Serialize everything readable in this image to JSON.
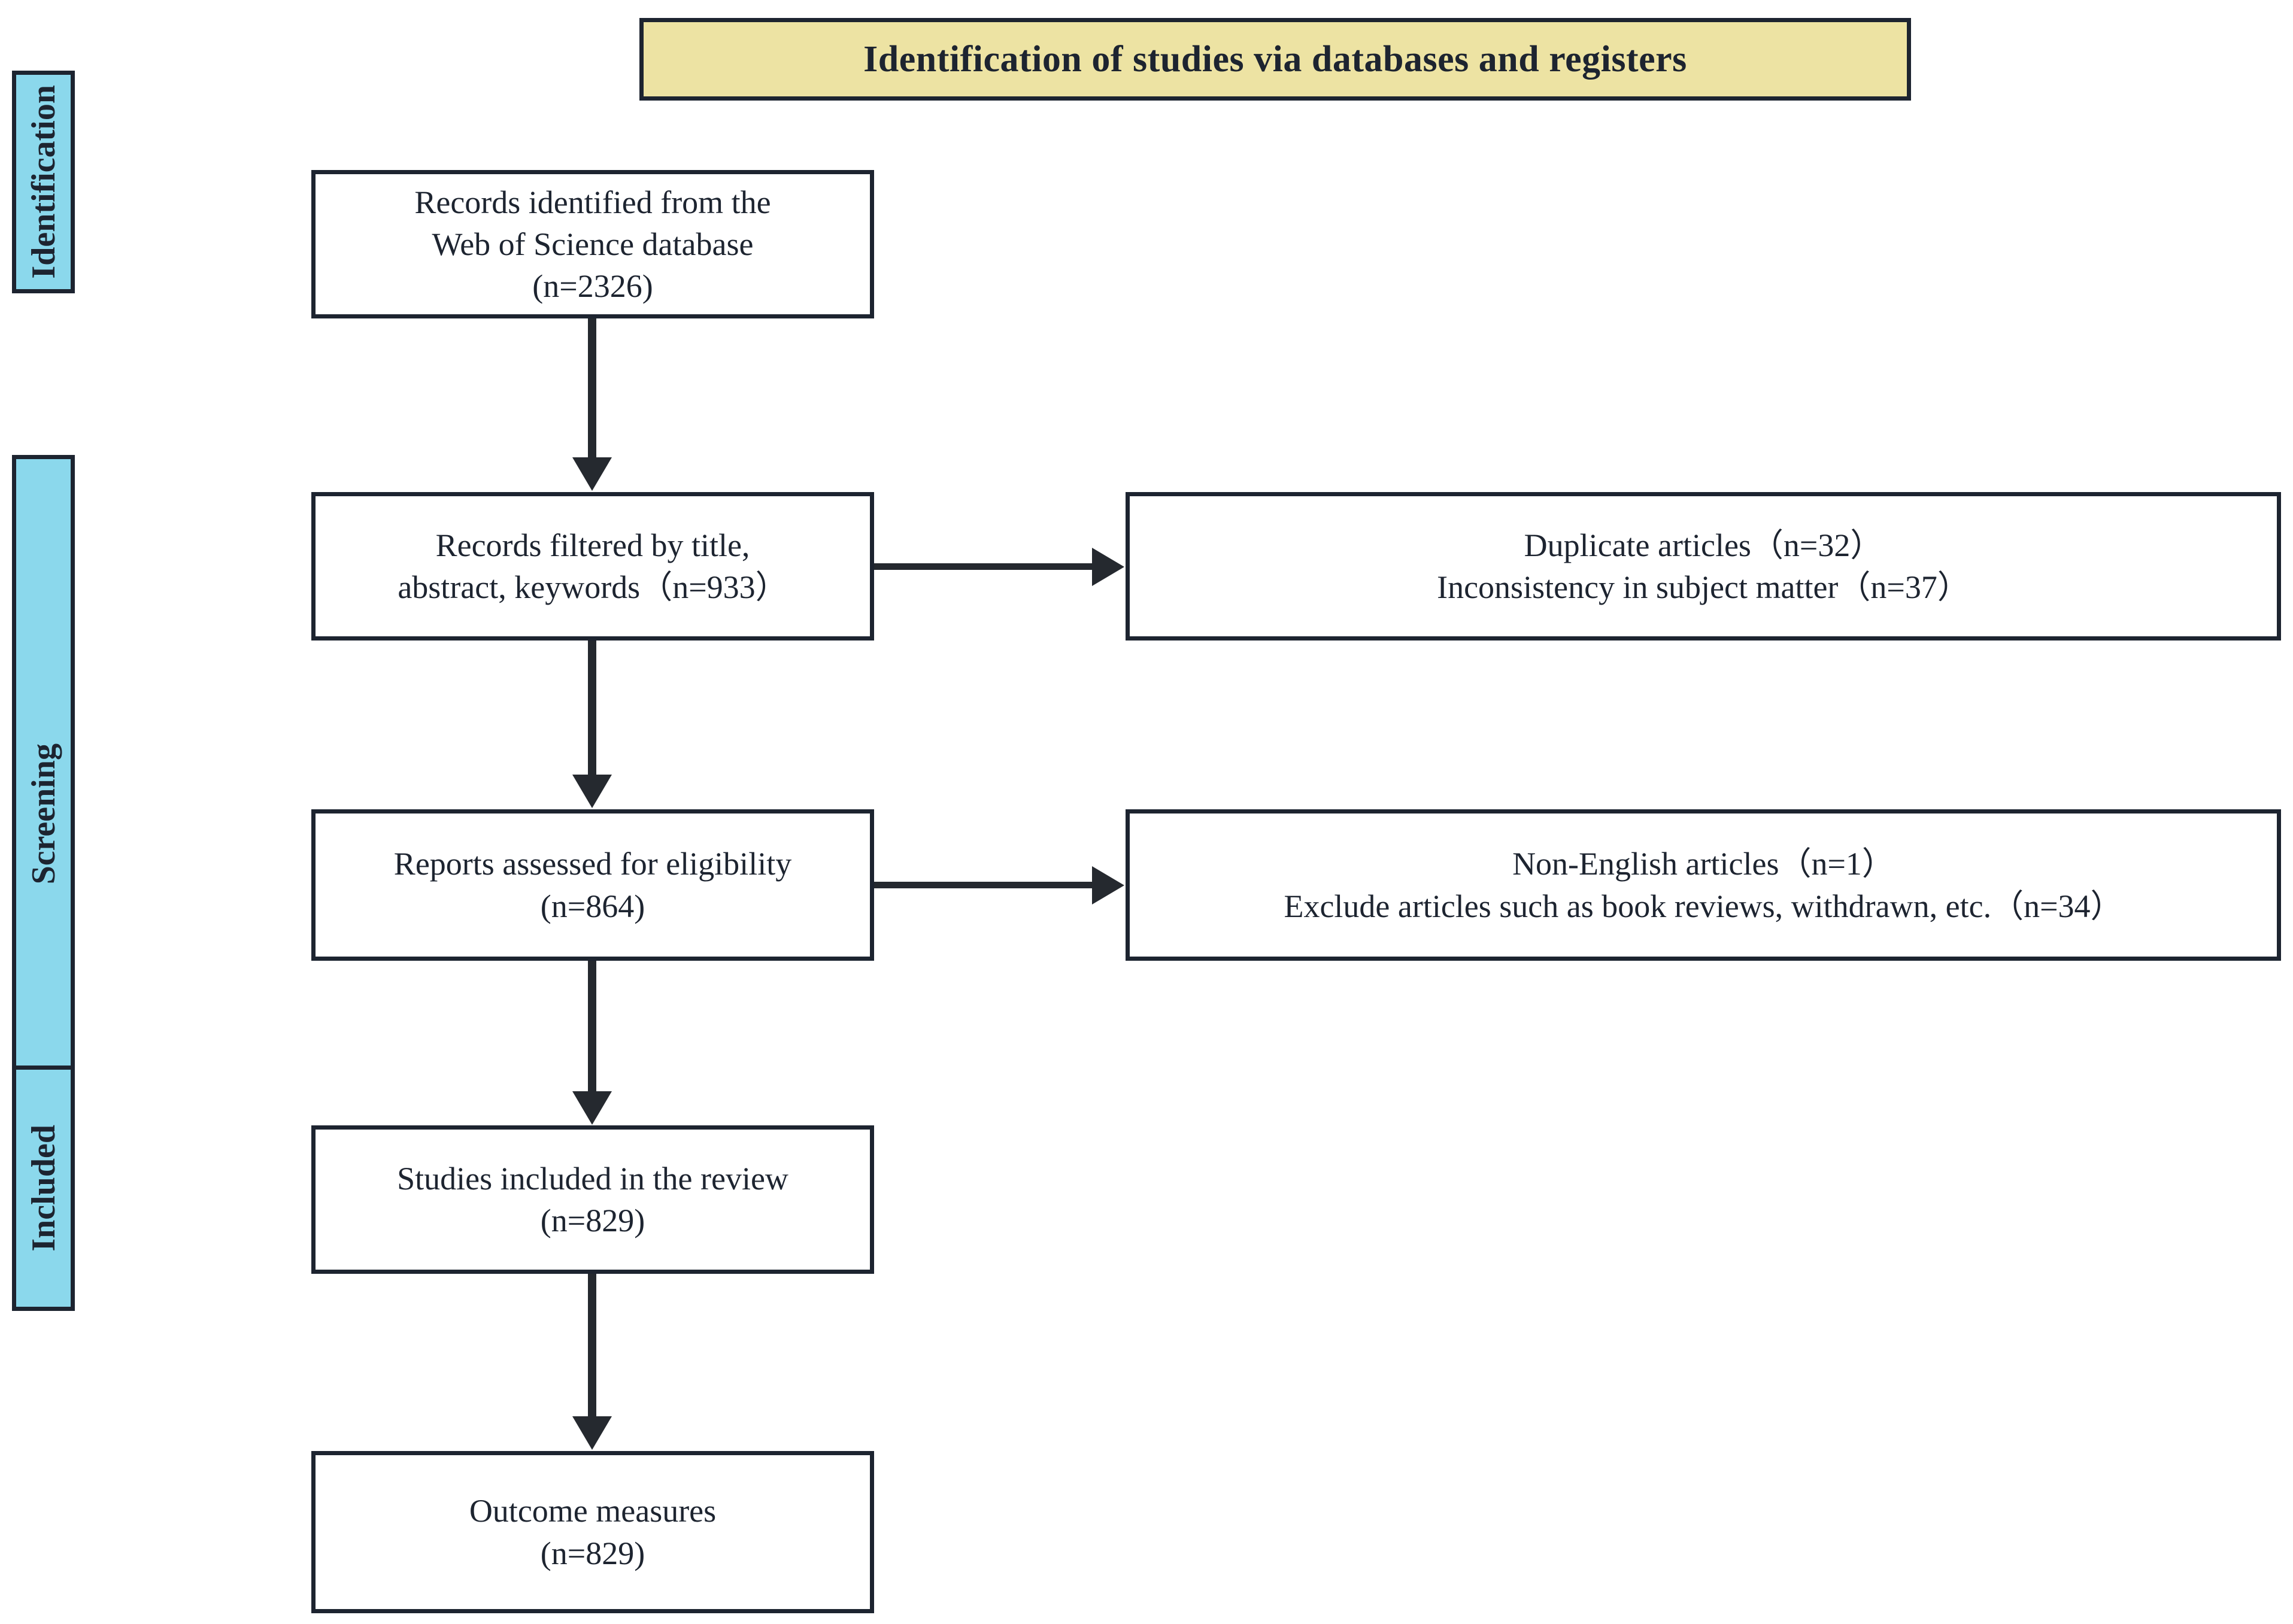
{
  "diagram": {
    "title": "Identification of studies via databases and registers",
    "colors": {
      "banner_fill": "#EDE3A3",
      "stage_fill": "#8BD8EC",
      "stroke": "#1d2430",
      "box_fill": "#ffffff"
    }
  },
  "stages": [
    {
      "label": "Identification"
    },
    {
      "label": "Screening"
    },
    {
      "label": "Included"
    }
  ],
  "boxes": {
    "identified": {
      "line1": "Records identified from the",
      "line2": "Web of Science database",
      "line3": "(n=2326)"
    },
    "filtered": {
      "line1": "Records filtered by title,",
      "line2": "abstract, keywords（n=933）"
    },
    "eligibility": {
      "line1": "Reports assessed for eligibility",
      "line2": "(n=864)"
    },
    "included": {
      "line1": "Studies included in the review",
      "line2": "(n=829)"
    },
    "outcome": {
      "line1": "Outcome measures",
      "line2": "(n=829)"
    },
    "excluded_screening": {
      "line1": "Duplicate articles（n=32）",
      "line2": "Inconsistency in subject matter（n=37）"
    },
    "excluded_eligibility": {
      "line1": "Non-English articles（n=1）",
      "line2": "Exclude articles such as book reviews, withdrawn, etc.（n=34）"
    }
  },
  "flow_counts": {
    "identified": 2326,
    "filtered": 933,
    "eligibility": 864,
    "included": 829,
    "outcome": 829,
    "duplicate_articles": 32,
    "inconsistency_subject_matter": 37,
    "non_english_articles": 1,
    "excluded_book_reviews_withdrawn": 34
  }
}
